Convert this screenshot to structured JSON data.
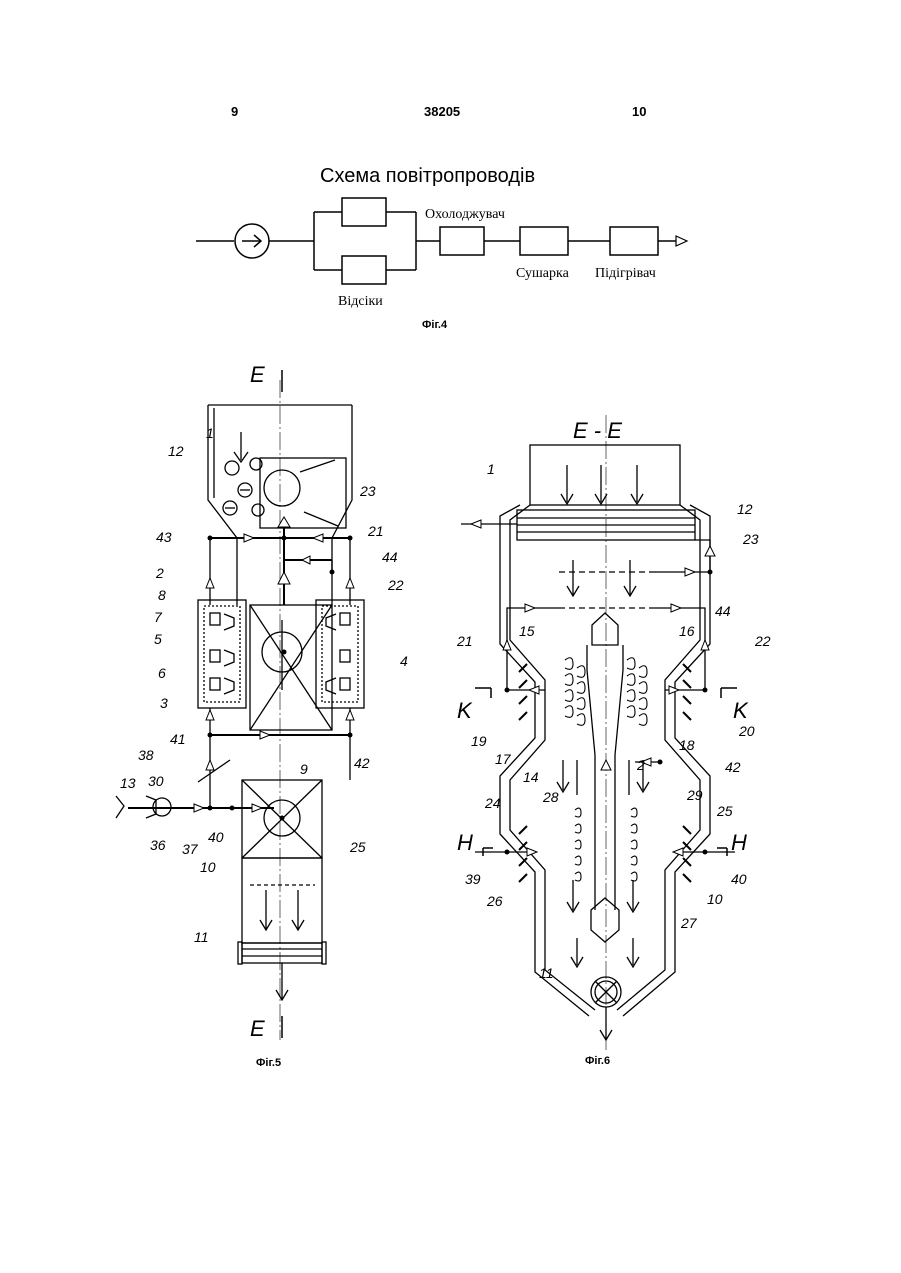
{
  "header": {
    "left": "9",
    "center": "38205",
    "right": "10"
  },
  "fig4": {
    "title": "Схема повітропроводів",
    "labels": {
      "compartments": "Відсіки",
      "cooler": "Охолоджувач",
      "dryer": "Сушарка",
      "heater": "Підігрівач"
    },
    "caption": "Фіг.4"
  },
  "fig5": {
    "section_top": "E",
    "section_bottom": "E",
    "numbers": [
      "1",
      "12",
      "23",
      "43",
      "21",
      "44",
      "22",
      "2",
      "8",
      "7",
      "5",
      "6",
      "4",
      "3",
      "41",
      "42",
      "9",
      "38",
      "30",
      "13",
      "36",
      "37",
      "40",
      "10",
      "25",
      "11"
    ],
    "caption": "Фіг.5"
  },
  "fig6": {
    "section_title": "E - E",
    "section_K": "K",
    "section_H": "H",
    "numbers": [
      "1",
      "12",
      "23",
      "44",
      "21",
      "15",
      "16",
      "22",
      "19",
      "17",
      "18",
      "20",
      "14",
      "2",
      "42",
      "28",
      "24",
      "29",
      "25",
      "39",
      "26",
      "10",
      "40",
      "27",
      "11"
    ],
    "caption": "Фіг.6"
  }
}
